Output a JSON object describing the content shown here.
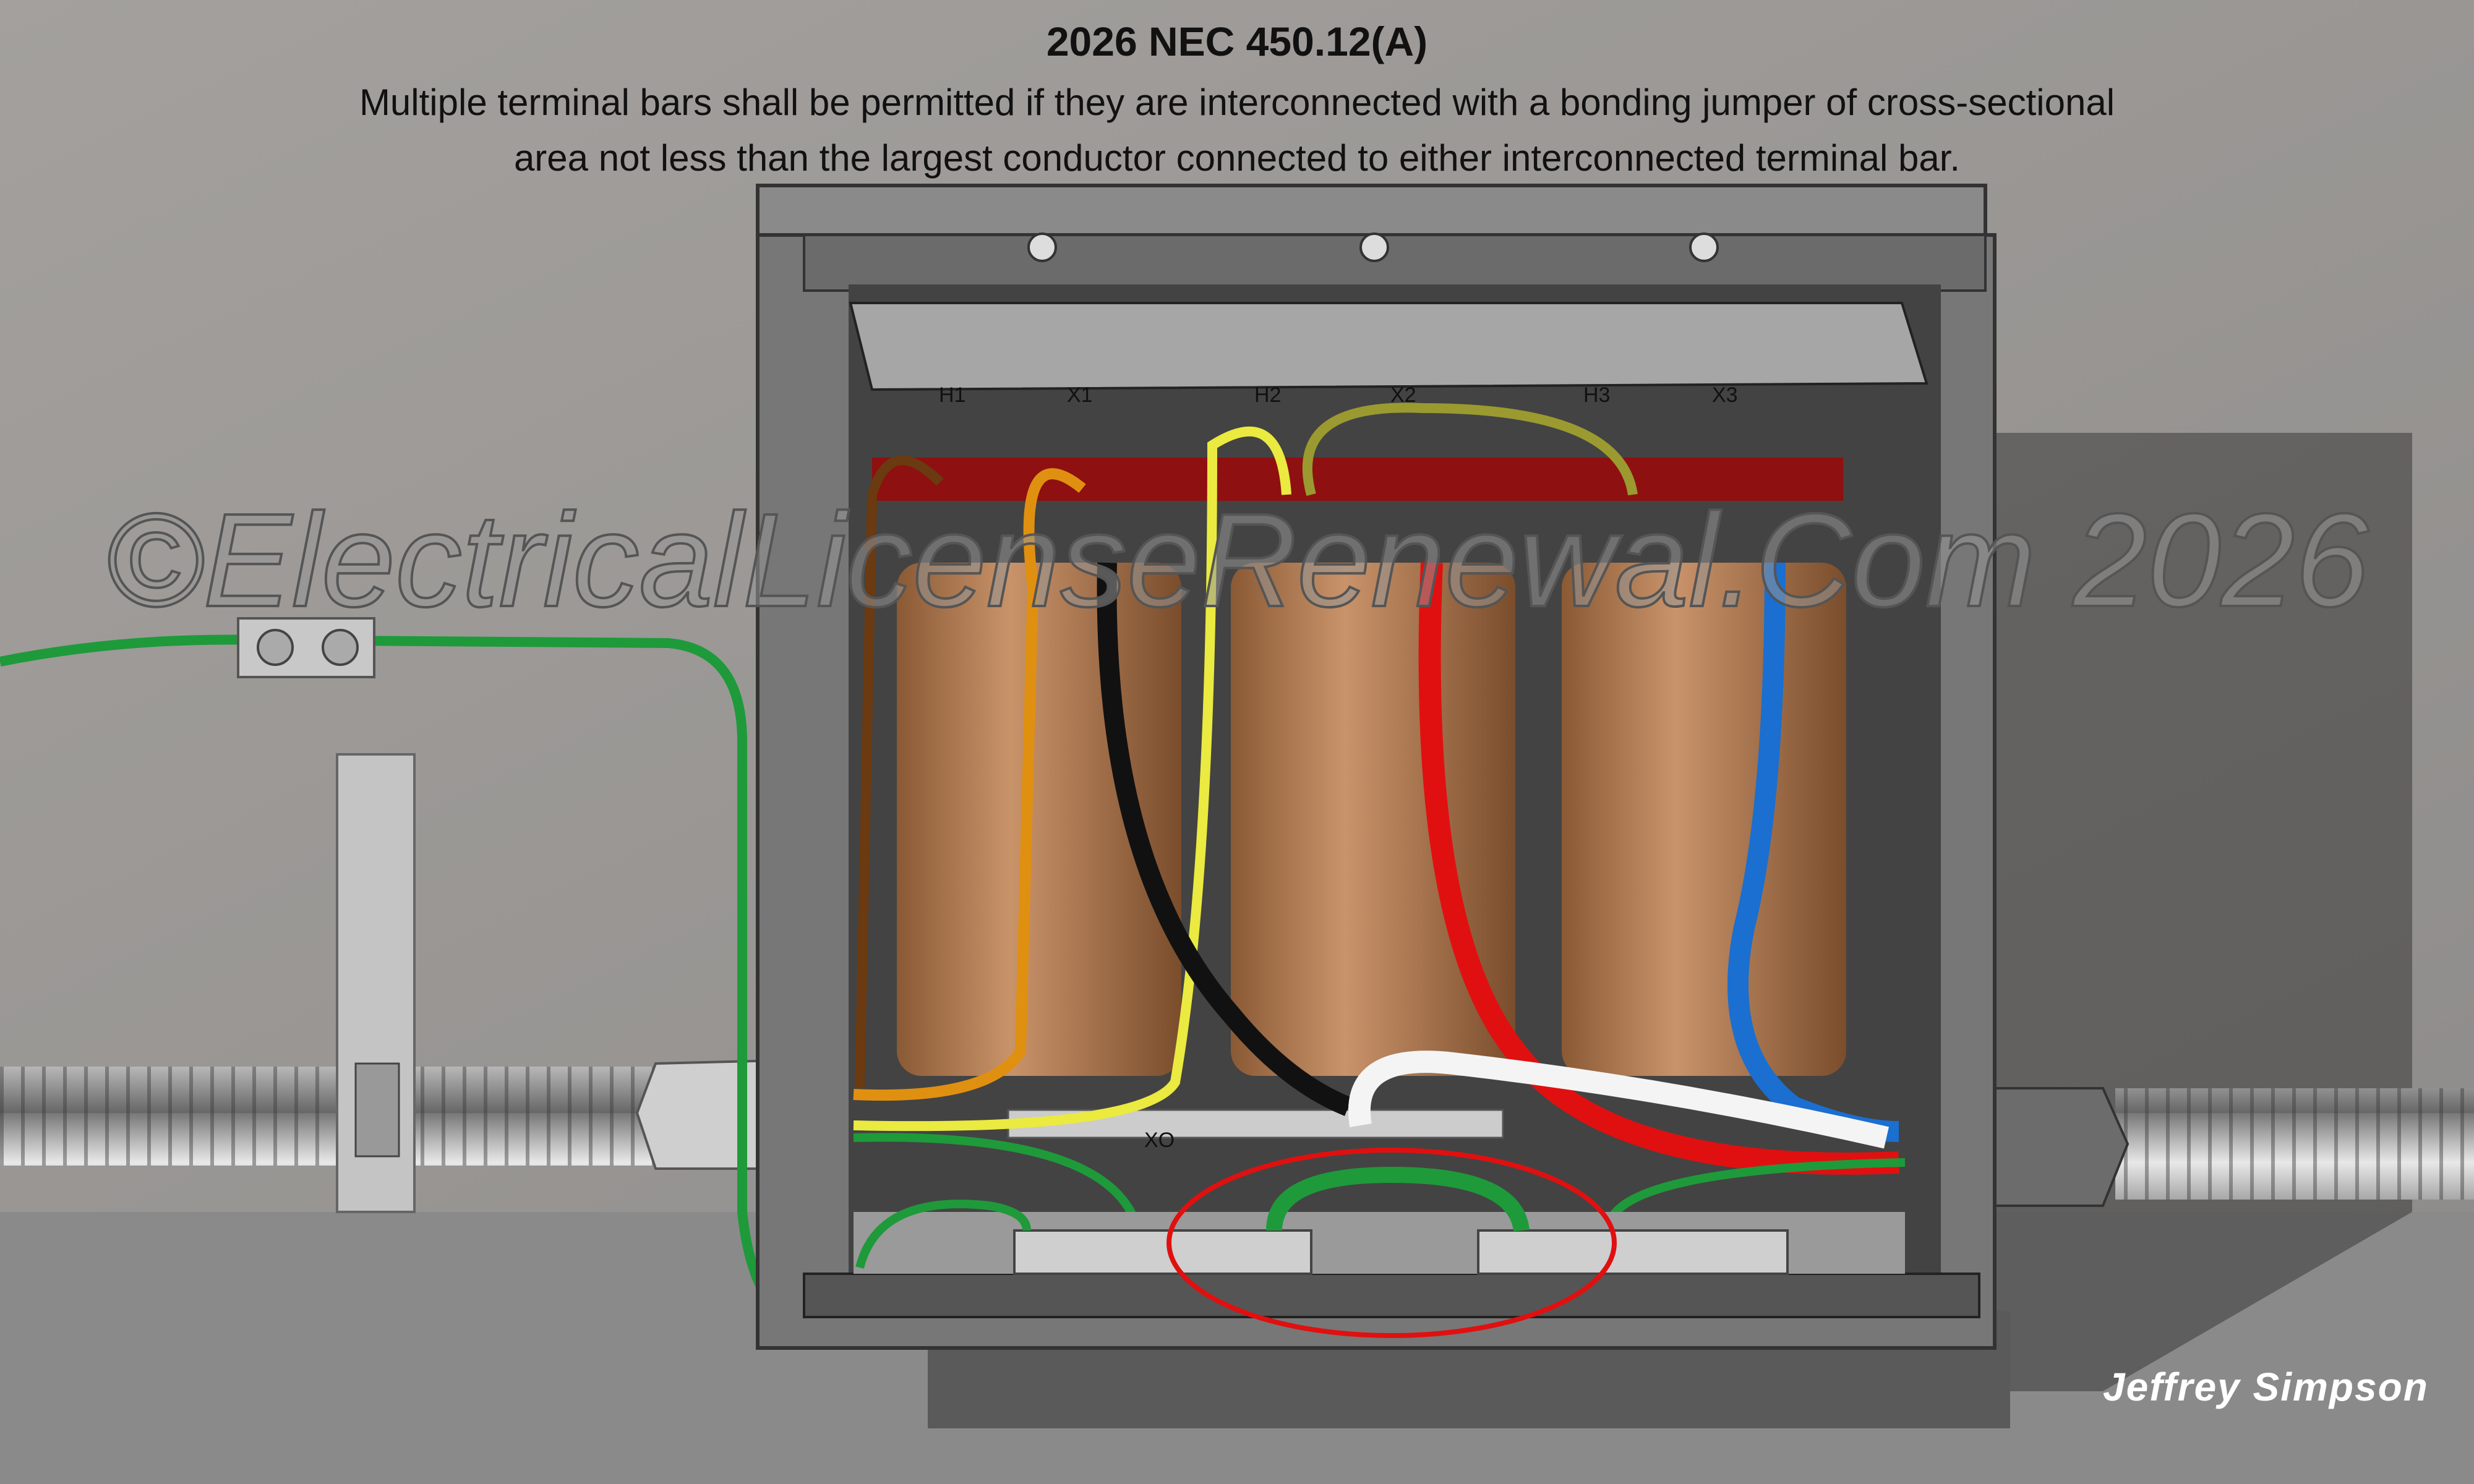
{
  "header": {
    "title": "2026 NEC 450.12(A)",
    "line1": "Multiple terminal bars shall be permitted if they are interconnected with a bonding jumper of cross-sectional",
    "line2": "area not less than the largest conductor connected to either interconnected terminal bar."
  },
  "terminals": [
    "H1",
    "X1",
    "H2",
    "X2",
    "H3",
    "X3"
  ],
  "neutral_label": "XO",
  "watermark": "©ElectricalLicenseRenewal.Com 2026",
  "signature": "Jeffrey Simpson",
  "colors": {
    "wall": "#9a9896",
    "floor": "#8a8a8a",
    "enclosure": "#7a7a7a",
    "bus_bar": "#8e1010",
    "highlight_ellipse": "#e01010",
    "ground_wire": "#1e9a3a",
    "phase_black": "#111111",
    "phase_red": "#e01010",
    "phase_blue": "#1a6fd0",
    "neutral_white": "#f4f4f4"
  }
}
